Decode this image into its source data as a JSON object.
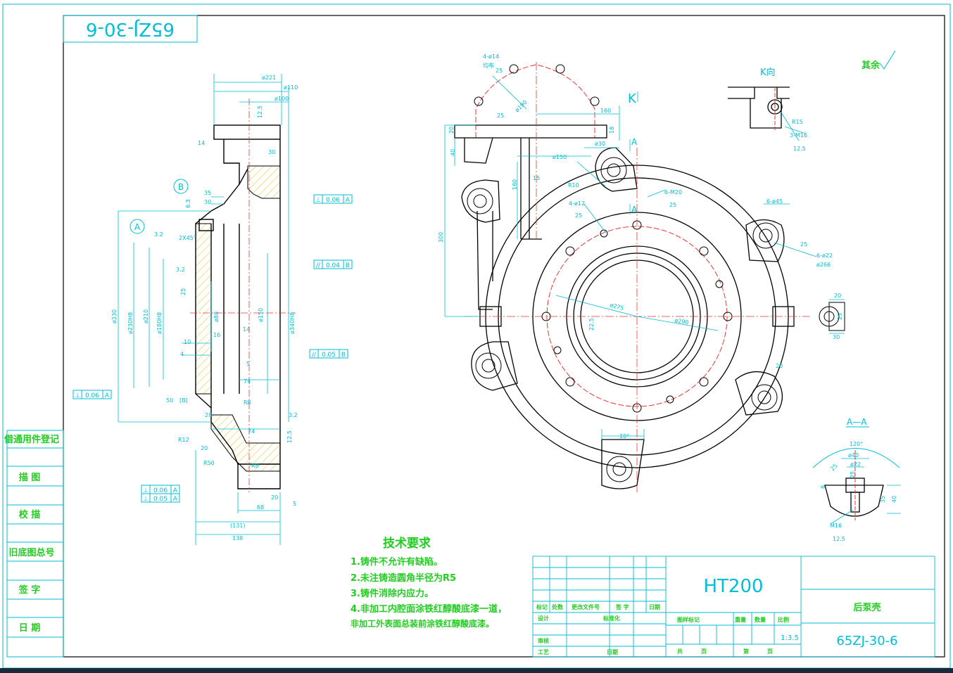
{
  "drawing": {
    "number_stamp": "65ZJ-30-6",
    "roughness_note": "其余",
    "section_view_label": "A—A",
    "direction_view_label": "K向",
    "k_arrow_label": "K",
    "section_marks": [
      "A",
      "A"
    ],
    "datum_labels": [
      "A",
      "B"
    ]
  },
  "side_panel": {
    "rows": [
      "借通用件登记",
      "描  图",
      "校  描",
      "旧底图总号",
      "签  字",
      "日  期"
    ]
  },
  "tech_requirements": {
    "title": "技术要求",
    "items": [
      "1.铸件不允许有缺陷。",
      "2.未注铸造圆角半径为R5",
      "3.铸件消除内应力。",
      "4.非加工内腔面涂铁红醇酸底漆一道，",
      "   非加工外表面总装前涂铁红醇酸底漆。"
    ]
  },
  "title_block": {
    "material": "HT200",
    "part_name": "后泵壳",
    "drawing_no": "65ZJ-30-6",
    "scale": "1:3.5",
    "labels": {
      "mark": "标记",
      "count": "处数",
      "change_doc": "更改文件号",
      "sign": "签 字",
      "date": "日期",
      "design": "设计",
      "standard": "标准化",
      "review": "审核",
      "process": "工艺",
      "date2": "日期",
      "stage_mark": "图样标记",
      "weight": "重量",
      "qty": "数量",
      "ratio": "比例",
      "total": "共",
      "sheet": "页",
      "page_no": "第",
      "sheet2": "页"
    }
  },
  "dims_left": {
    "d221": "ø221",
    "d110": "ø110",
    "d100": "ø100",
    "d125": "12.5",
    "d30": "30",
    "d14": "14",
    "d35": "35",
    "d30b": "30",
    "d63": "6.3",
    "d32": "3.2",
    "c2x45": "2X45°",
    "d25": "25",
    "d330": "ø330",
    "d230": "ø230H8",
    "d210": "ø210",
    "d180": "ø180H8",
    "d80": "ø80",
    "d150": "ø150",
    "d340": "ø340H8",
    "d10": "10",
    "d4": "4",
    "d16": "16",
    "d5": "5",
    "d74a": "74",
    "d74b": "74",
    "d50": "50",
    "b_ref": "[B]",
    "d8": "R8",
    "d12": "R12",
    "d20": "20",
    "r50": "R50",
    "d68": "68",
    "d131": "(131)",
    "d138": "138",
    "d5b": "5",
    "d20b": "20",
    "d88": "R8",
    "d125b": "12.5",
    "d32b": "3.2",
    "d28": "28"
  },
  "tolerances": [
    {
      "sym": "⊥",
      "val": "0.06",
      "ref": "A"
    },
    {
      "sym": "//",
      "val": "0.04",
      "ref": "B"
    },
    {
      "sym": "//",
      "val": "0.05",
      "ref": "B"
    },
    {
      "sym": "⊥",
      "val": "0.06",
      "ref": "A"
    },
    {
      "sym": "⊥",
      "val": "0.06",
      "ref": "A"
    },
    {
      "sym": "⊥",
      "val": "0.05",
      "ref": "A"
    }
  ],
  "dims_front": {
    "h4d14": "4-ø14",
    "h4d14b": "均布",
    "d25": "25",
    "d190": "ø190",
    "d25b": "25",
    "d160": "160",
    "d30": "ø30",
    "d20": "20",
    "d40": "40",
    "d150": "ø150",
    "r10": "R10",
    "d160v": "160",
    "d15": "15",
    "d4d12": "4-ø12",
    "d25c": "25",
    "d6m20": "6-M20",
    "d25d": "25",
    "d300": "300",
    "d6d45": "6-ø45",
    "d25e": "25",
    "d6d22": "6-ø22",
    "d266": "ø266",
    "d275": "ø275",
    "d290": "ø290",
    "d225": "22.5",
    "d10deg": "10°",
    "d20r": "20",
    "d18": "18"
  },
  "dims_k": {
    "r15": "R15",
    "m16": "3-M16",
    "d125": "12.5",
    "d20": "20",
    "d25": "25",
    "d30": "30"
  },
  "dims_aa": {
    "a120": "120°",
    "d40": "ø40",
    "d22": "ø22",
    "d25": "25",
    "d25b": "25",
    "d35": "35",
    "d40h": "40",
    "d6": "6",
    "m16": "M16",
    "d125": "12.5"
  }
}
